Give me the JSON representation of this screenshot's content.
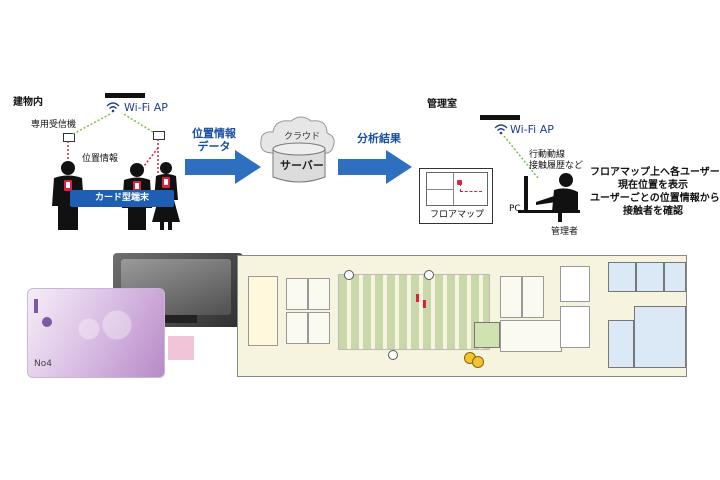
{
  "left_section": {
    "title": "建物内",
    "wifi_label": "Wi-Fi AP",
    "receiver_label": "専用受信機",
    "position_label": "位置情報",
    "card_label": "カード型端末"
  },
  "arrow1": {
    "line1": "位置情報",
    "line2": "データ"
  },
  "cloud": {
    "cloud_label": "クラウド",
    "server_label": "サーバー"
  },
  "arrow2": {
    "label": "分析結果"
  },
  "right_section": {
    "title": "管理室",
    "wifi_label": "Wi-Fi AP",
    "trace_line1": "行動動線",
    "trace_line2": "接触履歴など",
    "pc_label": "PC",
    "map_label": "フロアマップ",
    "admin_label": "管理者"
  },
  "description": {
    "line1": "フロアマップ上へ各ユーザーの",
    "line2": "現在位置を表示",
    "line3": "ユーザーごとの位置情報から",
    "line4": "接触者を確認"
  },
  "card": {
    "number": "No4"
  },
  "colors": {
    "accent_blue": "#2f6fc0",
    "wifi_green": "#7ac043",
    "alert_red": "#e0203c",
    "card_pink": "#b88ac8"
  }
}
